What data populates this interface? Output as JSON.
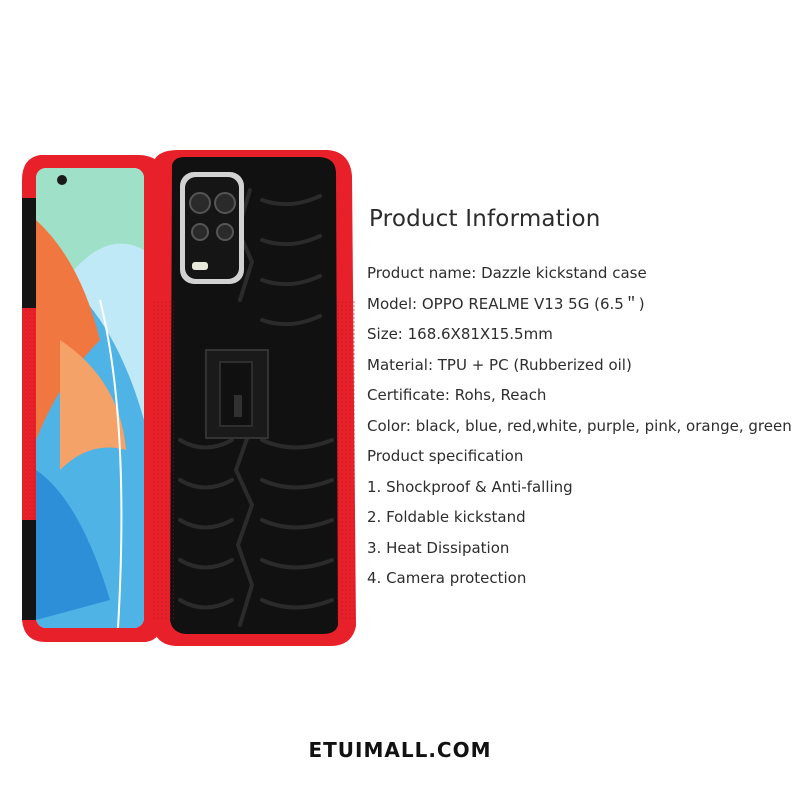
{
  "info": {
    "title": "Product Information",
    "lines": [
      "Product name: Dazzle kickstand case",
      "Model: OPPO REALME V13 5G (6.5＂)",
      "Size: 168.6X81X15.5mm",
      "Material: TPU + PC (Rubberized oil)",
      "Certificate: Rohs, Reach",
      "Color: black, blue, red,white, purple, pink, orange, green",
      "Product specification",
      "1. Shockproof & Anti-falling",
      "2. Foldable kickstand",
      "3. Heat Dissipation",
      "4. Camera protection"
    ]
  },
  "watermark": "ETUIMALL.COM",
  "colors": {
    "case_red": "#e8202a",
    "case_black": "#111111",
    "screen_blue": "#4fb3e6",
    "screen_orange": "#f07840"
  }
}
